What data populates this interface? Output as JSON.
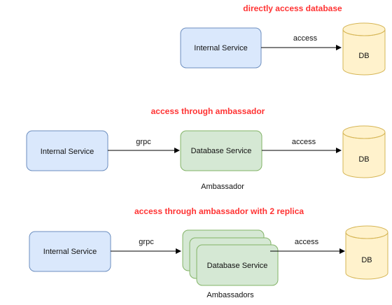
{
  "colors": {
    "title": "#ff3333",
    "service_fill": "#dae8fc",
    "service_stroke": "#6c8ebf",
    "ambassador_fill": "#d5e8d4",
    "ambassador_stroke": "#82b366",
    "db_fill": "#fff2cc",
    "db_stroke": "#d6b656",
    "arrow": "#000000"
  },
  "section1": {
    "title": "directly access database",
    "service": "Internal Service",
    "edge_label": "access",
    "db": "DB"
  },
  "section2": {
    "title": "access through ambassador",
    "service": "Internal Service",
    "edge1_label": "grpc",
    "ambassador": "Database Service",
    "edge2_label": "access",
    "db": "DB",
    "caption": "Ambassador"
  },
  "section3": {
    "title": "access through ambassador with 2 replica",
    "service": "Internal Service",
    "edge1_label": "grpc",
    "ambassador": "Database Service",
    "edge2_label": "access",
    "db": "DB",
    "caption": "Ambassadors"
  }
}
